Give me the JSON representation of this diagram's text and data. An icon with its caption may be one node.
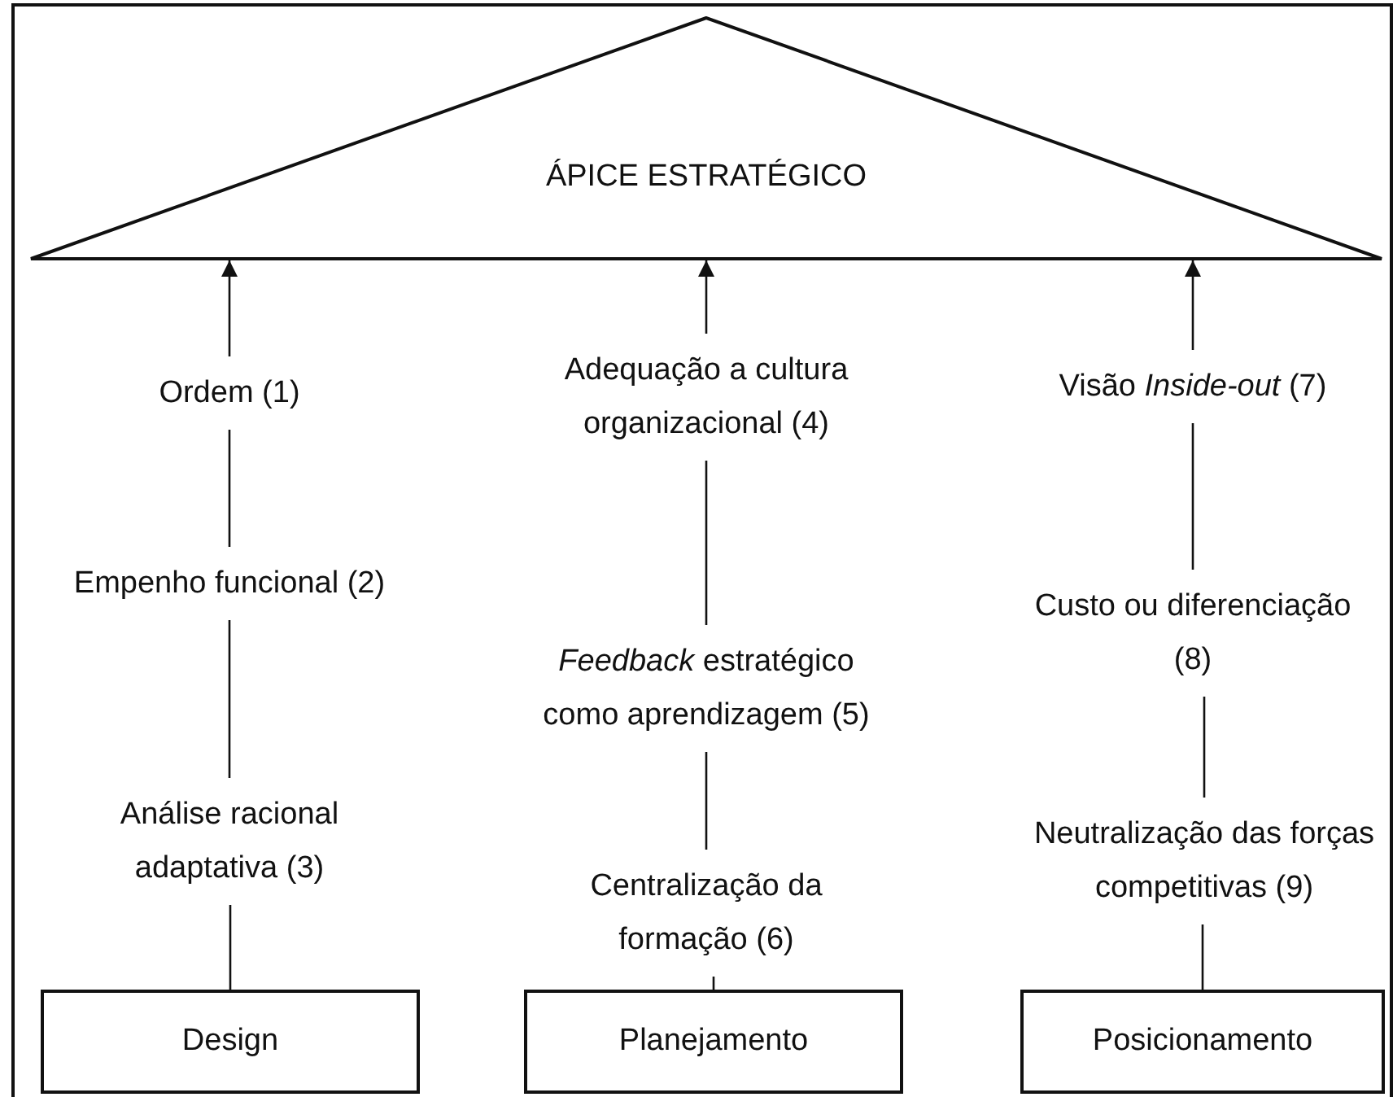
{
  "diagram": {
    "nodes": [
      {
        "text": [
          "ÁPICE ESTRATÉGICO"
        ]
      },
      {
        "text": [
          "Ordem (1)"
        ]
      },
      {
        "text": [
          "Adequação a cultura organizacional (4)"
        ]
      },
      {
        "text": [
          "Visão *Inside-out* (7)"
        ]
      },
      {
        "text": [
          "Empenho funcional (2)"
        ]
      },
      {
        "text": [
          "*Feedback* estratégico como aprendizagem (5)"
        ]
      },
      {
        "text": [
          "Custo ou diferenciação (8)"
        ]
      },
      {
        "text": [
          "Análise racional adaptativa (3)"
        ]
      },
      {
        "text": [
          "Centralização da formação (6)"
        ]
      },
      {
        "text": [
          "Neutralização das forças competitivas (9)"
        ]
      },
      {
        "text": [
          "Design"
        ]
      },
      {
        "text": [
          "Planejamento"
        ]
      },
      {
        "text": [
          "Posicionamento"
        ]
      }
    ],
    "edges": [
      {
        "from": 10,
        "to": 7,
        "arrow": "none"
      },
      {
        "from": 7,
        "to": 4,
        "arrow": "none"
      },
      {
        "from": 4,
        "to": 1,
        "arrow": "none"
      },
      {
        "from": 1,
        "to": 0,
        "arrow": "to"
      },
      {
        "from": 11,
        "to": 8,
        "arrow": "none"
      },
      {
        "from": 8,
        "to": 5,
        "arrow": "none"
      },
      {
        "from": 5,
        "to": 2,
        "arrow": "none"
      },
      {
        "from": 2,
        "to": 0,
        "arrow": "to"
      },
      {
        "from": 12,
        "to": 9,
        "arrow": "none"
      },
      {
        "from": 9,
        "to": 6,
        "arrow": "none"
      },
      {
        "from": 6,
        "to": 3,
        "arrow": "none"
      },
      {
        "from": 3,
        "to": 0,
        "arrow": "to"
      }
    ]
  }
}
